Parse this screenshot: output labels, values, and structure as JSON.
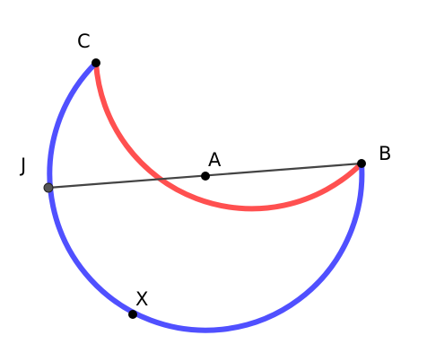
{
  "diagram": {
    "points": {
      "A": {
        "label": "A"
      },
      "B": {
        "label": "B"
      },
      "C": {
        "label": "C"
      },
      "J": {
        "label": "J"
      },
      "X": {
        "label": "X"
      }
    },
    "colors": {
      "major_arc": "#5050ff",
      "minor_arc": "#ff4d4d",
      "segment": "#444444",
      "point": "#000000",
      "point_J": "#444444"
    }
  }
}
